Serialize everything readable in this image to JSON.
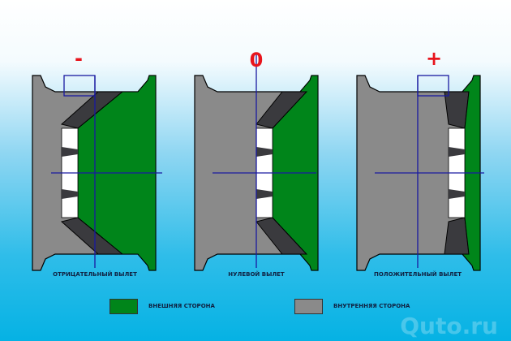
{
  "diagrams": [
    {
      "sign": "-",
      "label": "ОТРИЦАТЕЛЬНЫЙ ВЫЛЕТ",
      "offset": "negative"
    },
    {
      "sign": "0",
      "label": "НУЛЕВОЙ ВЫЛЕТ",
      "offset": "zero"
    },
    {
      "sign": "+",
      "label": "ПОЛОЖИТЕЛЬНЫЙ ВЫЛЕТ",
      "offset": "positive"
    }
  ],
  "legend": {
    "outer": "ВНЕШНЯЯ СТОРОНА",
    "inner": "ВНУТРЕННЯЯ СТОРОНА"
  },
  "watermark": "Quto.ru",
  "colors": {
    "outer": "#00851a",
    "inner": "#8a8a8a",
    "dark": "#3a3a3e",
    "axis": "#1a1aa0",
    "sign": "#e8141c"
  }
}
